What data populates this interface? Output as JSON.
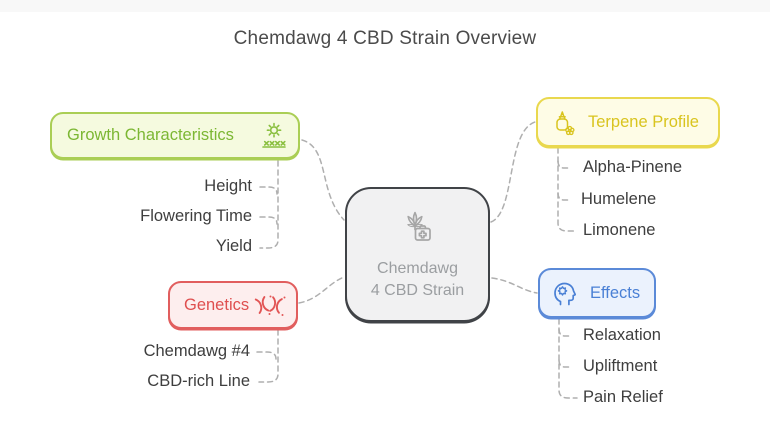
{
  "title": "Chemdawg 4 CBD Strain Overview",
  "center": {
    "line1": "Chemdawg",
    "line2": "4 CBD Strain",
    "icon": "cannabis-medkit-icon",
    "bg": "#f1f1f2",
    "border": "#404347"
  },
  "branches": [
    {
      "id": "growth",
      "label": "Growth Characteristics",
      "icon": "sun-over-crops-icon",
      "text_color": "#7cb733",
      "border": "#aace55",
      "bg": "#f5fadf",
      "children": [
        "Height",
        "Flowering Time",
        "Yield"
      ]
    },
    {
      "id": "genetics",
      "label": "Genetics",
      "icon": "chromosome-icon",
      "text_color": "#df4f4f",
      "border": "#e15e5e",
      "bg": "#fdeeee",
      "children": [
        "Chemdawg #4",
        "CBD-rich Line"
      ]
    },
    {
      "id": "terpene",
      "label": "Terpene Profile",
      "icon": "oil-bottle-flower-icon",
      "text_color": "#d9c41f",
      "border": "#e9d84e",
      "bg": "#fefce6",
      "children": [
        "Alpha-Pinene",
        "Humelene",
        "Limonene"
      ]
    },
    {
      "id": "effects",
      "label": "Effects",
      "icon": "head-flower-icon",
      "text_color": "#4a80d5",
      "border": "#5b8ad8",
      "bg": "#ebf2fd",
      "children": [
        "Relaxation",
        "Upliftment",
        "Pain Relief"
      ]
    }
  ],
  "connector_color": "#afafaf"
}
